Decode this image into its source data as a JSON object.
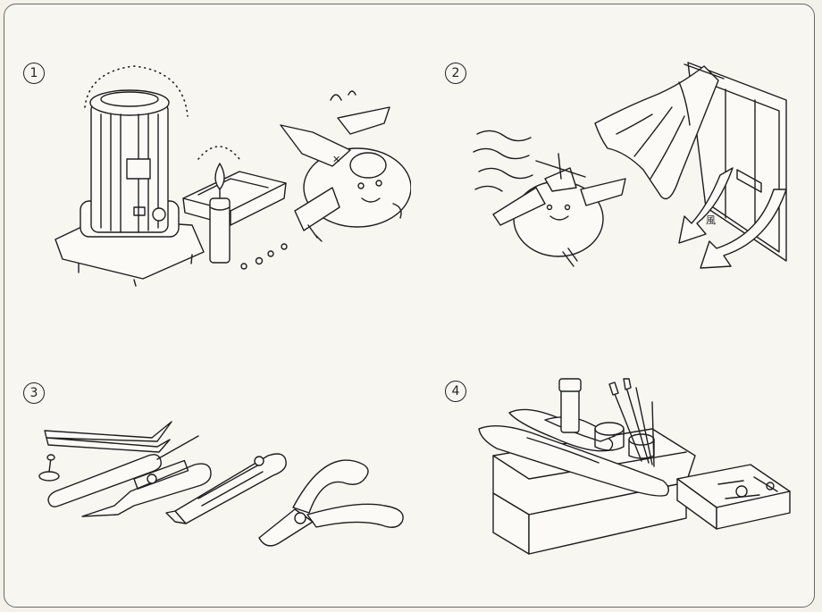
{
  "panels": [
    {
      "number": "1"
    },
    {
      "number": "2"
    },
    {
      "number": "3"
    },
    {
      "number": "4"
    }
  ],
  "curtain_text": "風"
}
